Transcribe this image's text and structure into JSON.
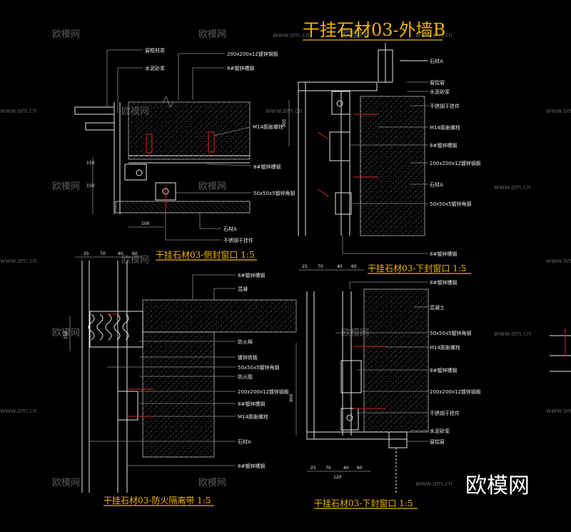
{
  "main_title": "干挂石材03-外墙B",
  "watermark": {
    "brand": "欧模网",
    "site": "www.om.cn",
    "logo": "欧模网"
  },
  "detail_a": {
    "title": "干挂石材03-侧封窗口 1:5",
    "labels": [
      "窗框材质",
      "水泥砂浆",
      "200x200x12镀锌钢板",
      "8#镀锌槽钢",
      "M14膨胀螺栓",
      "8#镀锌槽钢",
      "50x50x5镀锌角钢",
      "石材A",
      "不锈钢干挂件"
    ],
    "dims": [
      "150",
      "150",
      "100"
    ]
  },
  "detail_b": {
    "labels": [
      "石材A",
      "窗铝窗",
      "水泥砂浆",
      "不锈钢干挂件",
      "M14膨胀螺栓",
      "8#镀锌槽钢",
      "200x200x12镀锌钢板",
      "石材A",
      "50x50x5镀锌角钢",
      "8#镀锌槽钢"
    ],
    "dims": [
      "900"
    ]
  },
  "detail_c": {
    "title": "干挂石材03-下封窗口 1:5",
    "labels": [
      "8#镀锌槽钢",
      "混凝土",
      "50x50x5镀锌角钢",
      "M14膨胀螺栓",
      "8#镀锌槽钢",
      "200x200x12镀锌钢板",
      "不锈钢干挂件",
      "水泥砂浆",
      "窗铝窗"
    ],
    "dims": [
      "25",
      "70",
      "40",
      "60",
      "120",
      "25",
      "70",
      "40",
      "60",
      "900"
    ]
  },
  "detail_d": {
    "title": "干挂石材03-防火隔离带 1:5",
    "labels": [
      "8#镀锌槽钢",
      "混凝",
      "防火棉",
      "镀锌铁板",
      "50x50x5镀锌角钢",
      "防火胶",
      "200x200x12镀锌钢板",
      "8#镀锌槽钢",
      "M14膨胀螺栓",
      "石材A",
      "8#镀锌槽钢"
    ],
    "dims": [
      "25",
      "70",
      "40",
      "60",
      "150"
    ]
  }
}
